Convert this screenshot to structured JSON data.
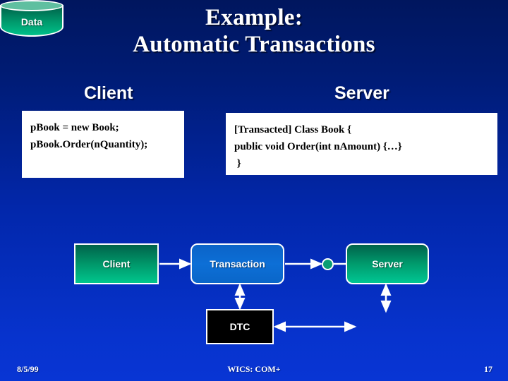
{
  "slide": {
    "background_top_color": "#00165e",
    "background_bottom_color": "#0835d4",
    "title_line_1": "Example:",
    "title_line_2": "Automatic Transactions"
  },
  "columns": {
    "client_heading": "Client",
    "server_heading": "Server"
  },
  "code": {
    "client": {
      "lines": [
        "pBook = new Book;",
        "pBook.Order(nQuantity);"
      ],
      "line_1": "pBook = new Book;",
      "line_2": "pBook.Order(nQuantity);"
    },
    "server": {
      "lines": [
        "[Transacted] Class Book {",
        "public void Order(int nAmount) {…}",
        " }"
      ],
      "line_1": "[Transacted] Class Book {",
      "line_2": "public void Order(int nAmount) {…}",
      "line_3": " }"
    }
  },
  "diagram": {
    "nodes": {
      "client": {
        "label": "Client",
        "shape": "rectangle",
        "fill": "#009266"
      },
      "transaction": {
        "label": "Transaction",
        "shape": "rounded-rectangle",
        "fill": "#0d6fd6"
      },
      "server": {
        "label": "Server",
        "shape": "rounded-rectangle",
        "fill": "#009b6d"
      },
      "dtc": {
        "label": "DTC",
        "shape": "rectangle",
        "fill": "#000000"
      },
      "data": {
        "label": "Data",
        "shape": "cylinder",
        "fill": "#009b6d"
      },
      "interface": {
        "label": "",
        "shape": "circle",
        "fill": "#0a9e74"
      }
    },
    "connectors": [
      {
        "from": "client",
        "to": "transaction",
        "style": "single-arrow",
        "direction": "right"
      },
      {
        "from": "transaction",
        "to": "interface",
        "style": "single-arrow",
        "direction": "right"
      },
      {
        "from": "interface",
        "to": "server",
        "style": "line",
        "direction": "right"
      },
      {
        "from": "transaction",
        "to": "dtc",
        "style": "double-arrow",
        "direction": "vertical"
      },
      {
        "from": "server",
        "to": "data",
        "style": "double-arrow",
        "direction": "vertical"
      },
      {
        "from": "dtc",
        "to": "data",
        "style": "double-arrow",
        "direction": "horizontal"
      }
    ]
  },
  "footer": {
    "date": "8/5/99",
    "center": "WICS: COM+",
    "page_number": "17"
  }
}
